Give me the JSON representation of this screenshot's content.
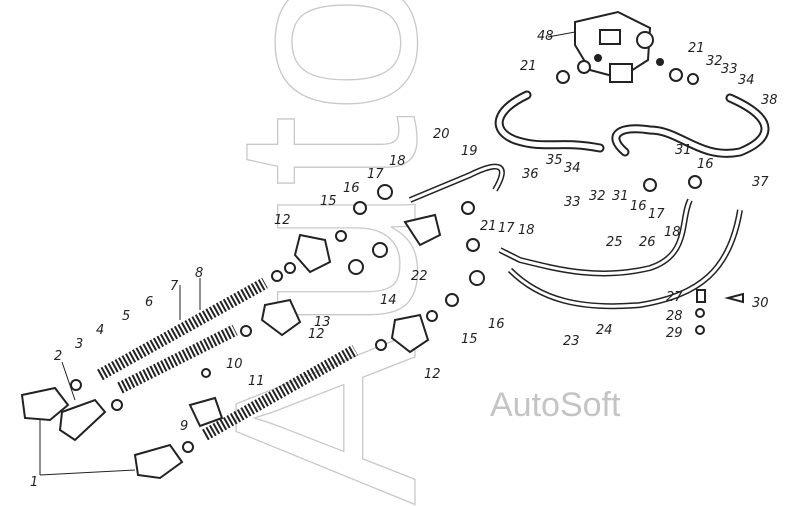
{
  "watermark": {
    "large": "AutoSoft",
    "small": "AutoSoft"
  },
  "labels": [
    "48",
    "21",
    "21",
    "32",
    "33",
    "34",
    "38",
    "20",
    "19",
    "18",
    "17",
    "16",
    "15",
    "35",
    "36",
    "34",
    "33",
    "32",
    "31",
    "16",
    "31",
    "16",
    "37",
    "17",
    "18",
    "12",
    "21",
    "17",
    "18",
    "25",
    "26",
    "22",
    "14",
    "8",
    "7",
    "6",
    "5",
    "4",
    "3",
    "2",
    "13",
    "12",
    "10",
    "11",
    "9",
    "12",
    "15",
    "16",
    "23",
    "24",
    "27",
    "30",
    "28",
    "29",
    "1"
  ]
}
